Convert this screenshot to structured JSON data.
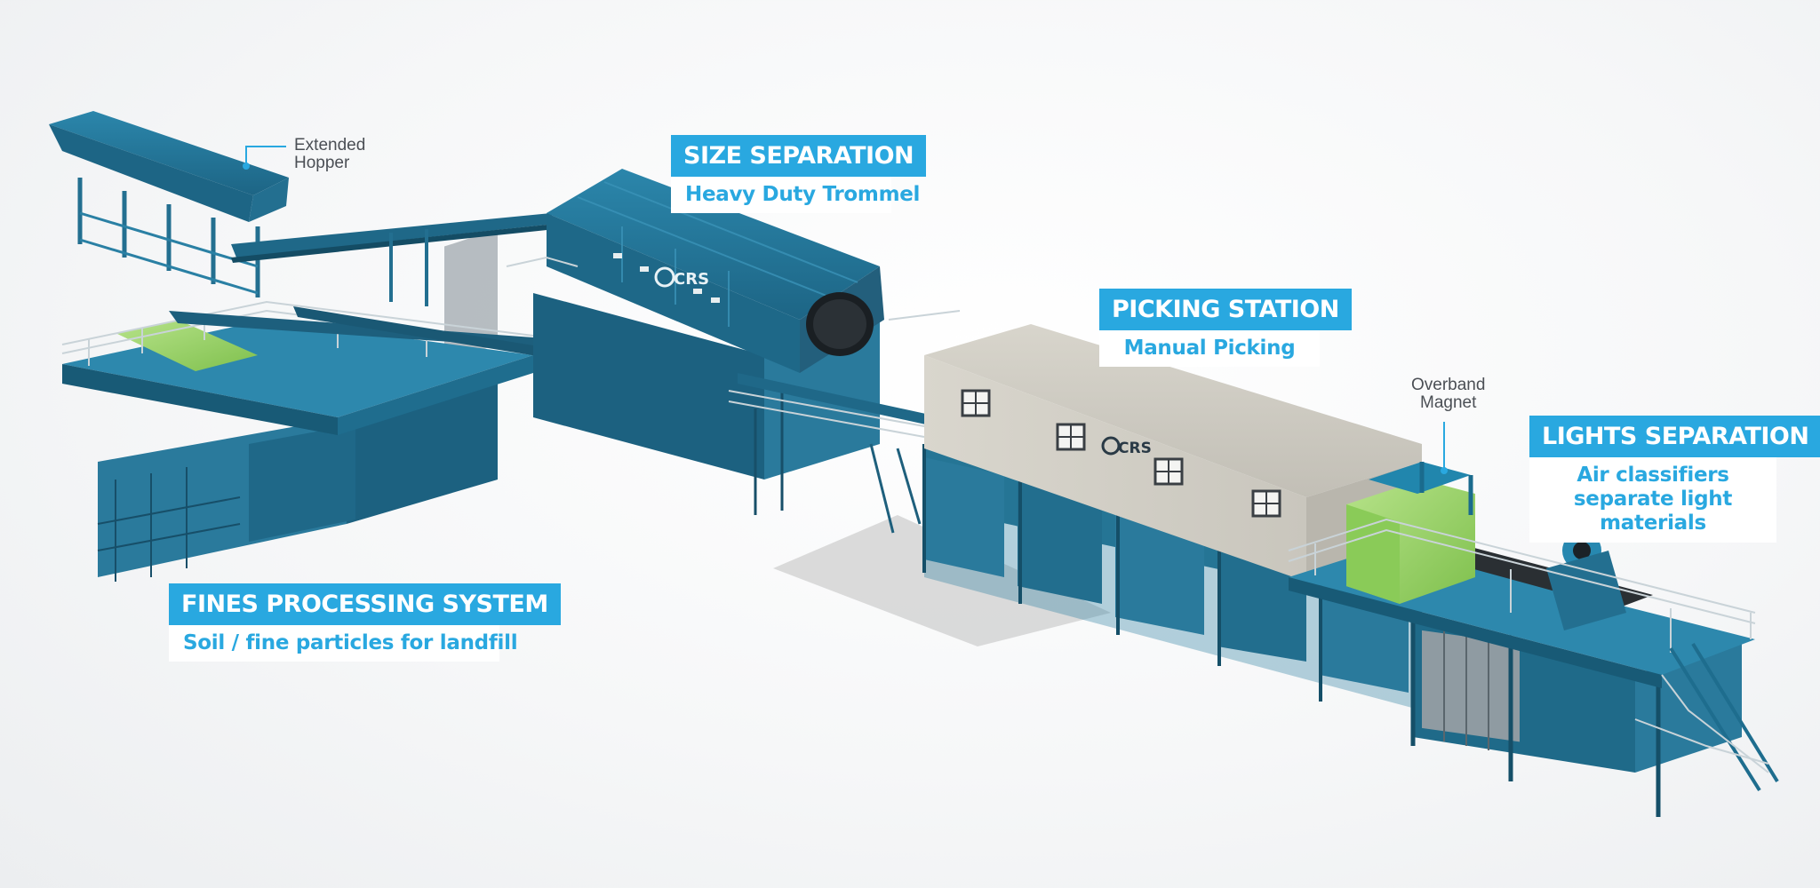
{
  "colors": {
    "accent": "#29a8e0",
    "machine_blue": "#1f6f8f",
    "machine_dark": "#154f68",
    "cabin": "#cfccc3",
    "magnet_green": "#9cd36a"
  },
  "callouts": {
    "size_separation": {
      "title": "SIZE SEPARATION",
      "subtitle": "Heavy Duty Trommel"
    },
    "picking_station": {
      "title": "PICKING STATION",
      "subtitle": "Manual Picking"
    },
    "lights_separation": {
      "title": "LIGHTS SEPARATION",
      "subtitle": "Air classifiers separate light materials"
    },
    "fines_processing": {
      "title": "FINES PROCESSING SYSTEM",
      "subtitle": "Soil / fine particles for landfill"
    }
  },
  "annotations": {
    "hopper": {
      "line1": "Extended",
      "line2": "Hopper"
    },
    "magnet": {
      "line1": "Overband",
      "line2": "Magnet"
    }
  },
  "logo_text": "CRS"
}
